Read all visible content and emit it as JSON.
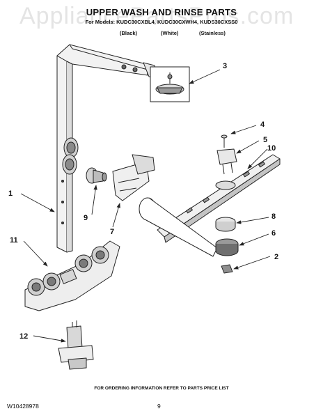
{
  "watermark": "AppliancePartsPros.com",
  "header": {
    "title": "UPPER WASH AND RINSE PARTS",
    "models": "For Models: KUDC30CXBL4, KUDC30CXWH4, KUDS30CXSS0",
    "variants": [
      "(Black)",
      "(White)",
      "(Stainless)"
    ]
  },
  "callouts": [
    "1",
    "2",
    "3",
    "4",
    "5",
    "6",
    "7",
    "8",
    "9",
    "10",
    "11",
    "12"
  ],
  "footer": {
    "note": "FOR ORDERING INFORMATION REFER TO PARTS PRICE LIST",
    "doc_number": "W10428978",
    "page": "9"
  },
  "colors": {
    "line": "#222222",
    "part_fill": "#f2f2f2",
    "shade": "#b5b5b5"
  }
}
